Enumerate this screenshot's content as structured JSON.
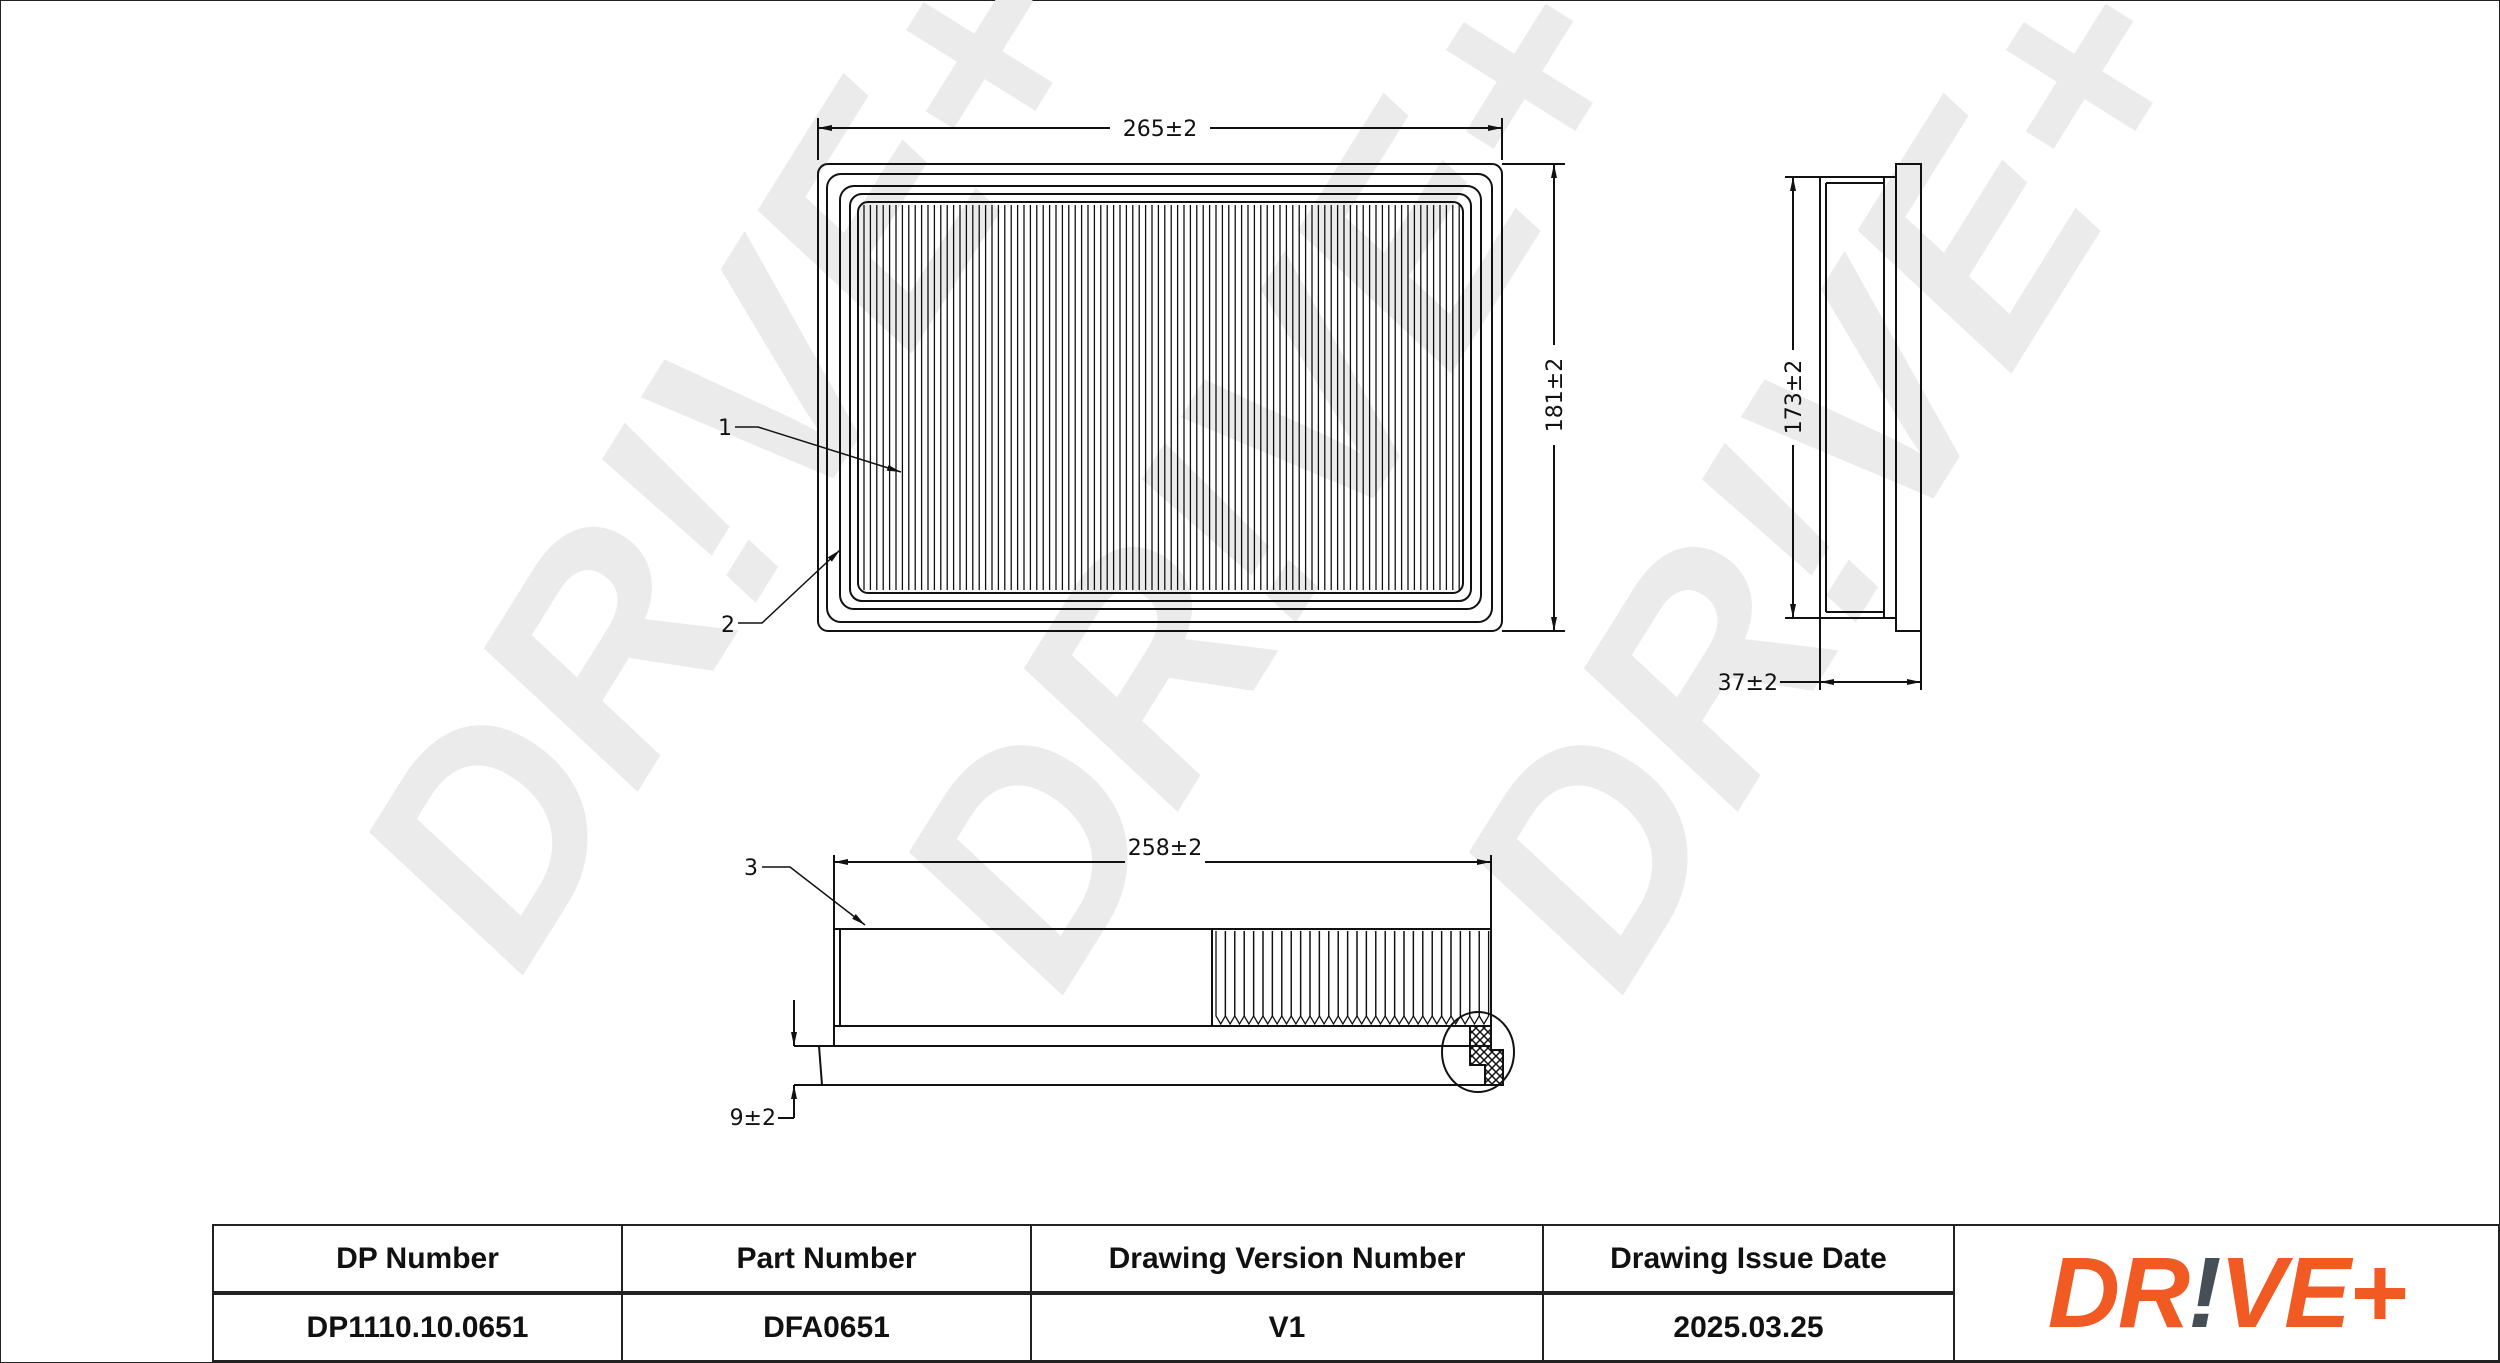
{
  "drawing": {
    "dimensions": {
      "length": "265±2",
      "width": "181±2",
      "side_height": "173±2",
      "depth": "37±2",
      "bottom_length": "258±2",
      "flange": "9±2"
    },
    "callouts": [
      "1",
      "2",
      "3"
    ],
    "watermark": "DR!VE+"
  },
  "title_block": {
    "headers": [
      "DP Number",
      "Part Number",
      "Drawing Version Number",
      "Drawing Issue Date"
    ],
    "values": [
      "DP1110.10.0651",
      "DFA0651",
      "V1",
      "2025.03.25"
    ],
    "logo": {
      "part1": "DR",
      "bang": "!",
      "part2": "VE+"
    }
  },
  "colors": {
    "brand_orange": "#f15a22",
    "brand_gray": "#454f55"
  }
}
